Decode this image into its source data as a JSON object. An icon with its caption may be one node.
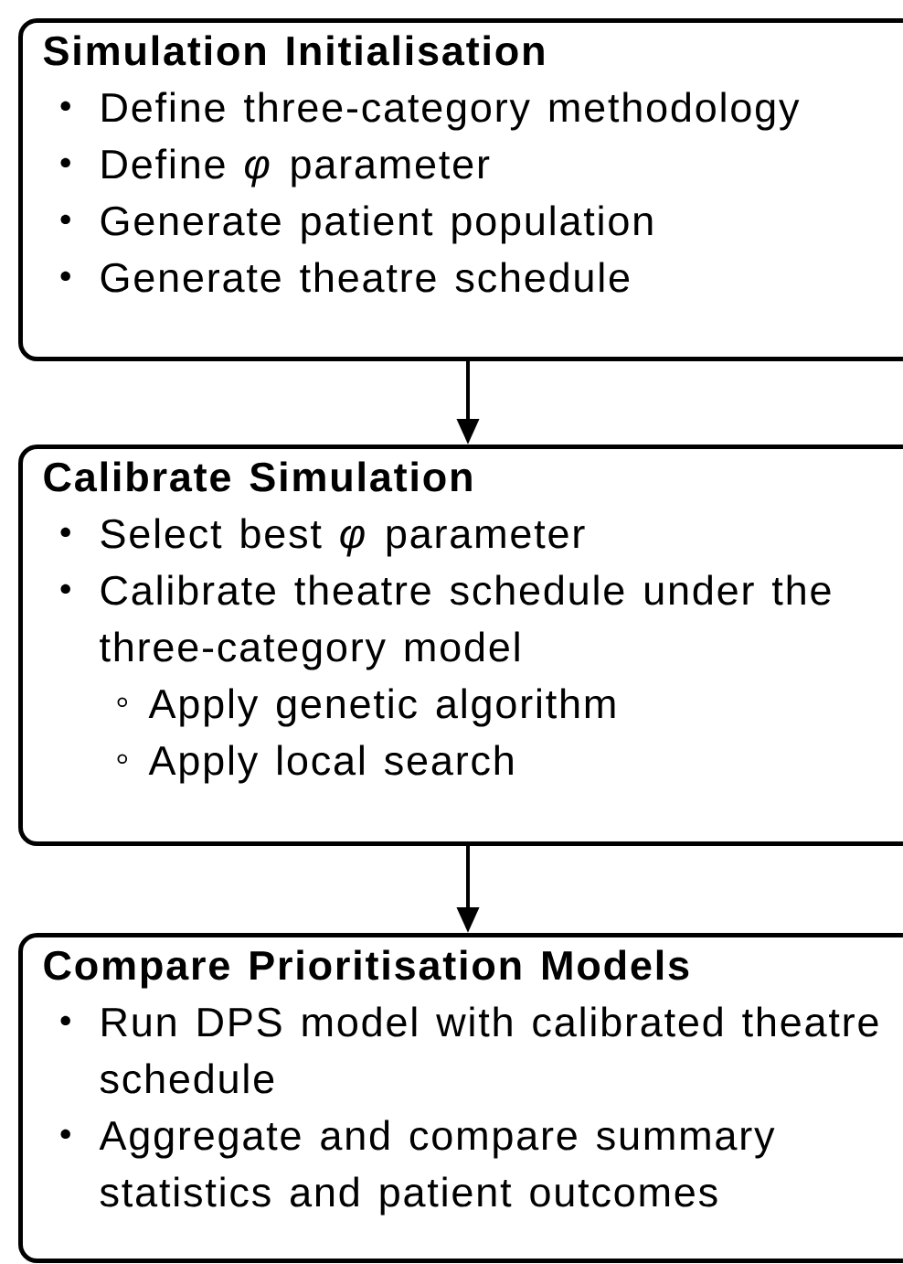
{
  "diagram": {
    "nodes": [
      {
        "text": [
          "Simulation Initialisation",
          "Define three-category methodology",
          "Define *φ* parameter",
          "Generate patient population",
          "Generate theatre schedule"
        ]
      },
      {
        "text": [
          "Calibrate Simulation",
          "Select best *φ* parameter",
          "Calibrate theatre schedule under the three-category model",
          "Apply genetic algorithm",
          "Apply local search"
        ]
      },
      {
        "text": [
          "Compare Prioritisation Models",
          "Run DPS model with calibrated theatre schedule",
          "Aggregate and compare summary statistics and patient outcomes"
        ]
      }
    ],
    "edges": [
      {
        "from": 0,
        "to": 1,
        "arrow": "to"
      },
      {
        "from": 1,
        "to": 2,
        "arrow": "to"
      }
    ]
  }
}
